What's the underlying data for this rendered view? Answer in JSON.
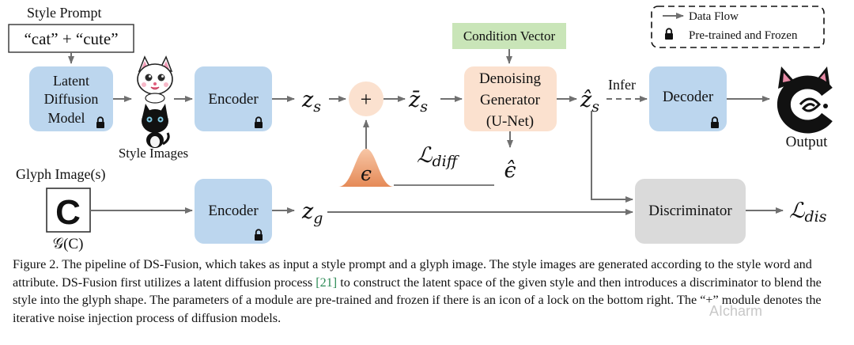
{
  "legend": {
    "data_flow": "Data Flow",
    "frozen": "Pre-trained and Frozen"
  },
  "style_prompt": {
    "title": "Style Prompt",
    "text": "“cat” + “cute”"
  },
  "modules": {
    "ldm": [
      "Latent",
      "Diffusion",
      "Model"
    ],
    "encoder_style": "Encoder",
    "encoder_glyph": "Encoder",
    "condition": "Condition Vector",
    "denoiser": [
      "Denoising",
      "Generator",
      "(U-Net)"
    ],
    "decoder": "Decoder",
    "discriminator": "Discriminator",
    "plus": "+"
  },
  "labels": {
    "style_images": "Style Images",
    "glyph_images": "Glyph Image(s)",
    "glyph_letter": "C",
    "glyph_func": "𝒢(C)",
    "infer": "Infer",
    "output": "Output"
  },
  "math": {
    "z_s": "z",
    "z_s_sub": "s",
    "zbar": "z̄",
    "zhat": "ẑ",
    "z_g": "z",
    "z_g_sub": "g",
    "eps": "ϵ",
    "eps_hat": "ϵ̂",
    "l_diff": "ℒ",
    "l_diff_sub": "diff",
    "l_dis": "ℒ",
    "l_dis_sub": "dis"
  },
  "caption": {
    "p1": "Figure 2. The pipeline of DS-Fusion, which takes as input a style prompt and a glyph image. The style images are generated according to the style word and attribute. DS-Fusion first utilizes a latent diffusion process ",
    "ref": "[21]",
    "p2": " to construct the latent space of the given style and then introduces a discriminator to blend the style into the glyph shape. The parameters of a module are pre-trained and frozen if there is an icon of a lock on the bottom right. The “+” module denotes the iterative noise injection process of diffusion models."
  },
  "watermark": "AIcharm"
}
